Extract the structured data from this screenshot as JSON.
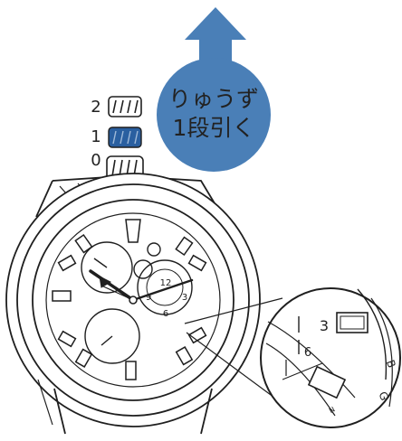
{
  "crown_positions": [
    "2",
    "1",
    "0"
  ],
  "active_position": "1",
  "instruction": {
    "line1": "りゅうず",
    "line2": "1段引く"
  },
  "dial_numerals": [
    "12",
    "9",
    "3",
    "6"
  ],
  "magnified_dial": {
    "hour_marks": [
      "3",
      "6"
    ],
    "bezel_marks": [
      "B",
      "G",
      "N"
    ]
  },
  "colors": {
    "accent": "#4a7fb7",
    "crown_active": "#2a5fa0",
    "line": "#1f1f1f"
  },
  "icons": [
    "up-arrow-icon",
    "crown-icon"
  ]
}
